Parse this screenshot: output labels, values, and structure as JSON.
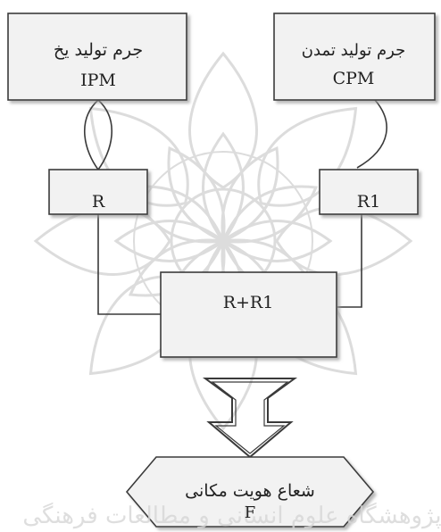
{
  "diagram": {
    "box_ipm": {
      "persian": "جرم تولید یخ",
      "code": "IPM"
    },
    "box_cpm": {
      "persian": "جرم تولید تمدن",
      "code": "CPM"
    },
    "box_r": {
      "label": "R"
    },
    "box_r1": {
      "label": "R1"
    },
    "box_sum": {
      "label": "R+R1"
    },
    "hexagon_f": {
      "persian": "شعاع هویت مکانی",
      "code": "F"
    }
  },
  "watermark": {
    "text": "پژوهشگاه علوم انسانی و مطالعات فرهنگی"
  },
  "colors": {
    "box_fill": "#f2f2f2",
    "box_stroke": "#3a3a3a",
    "line": "#3a3a3a",
    "watermark": "#d9d9d9"
  }
}
